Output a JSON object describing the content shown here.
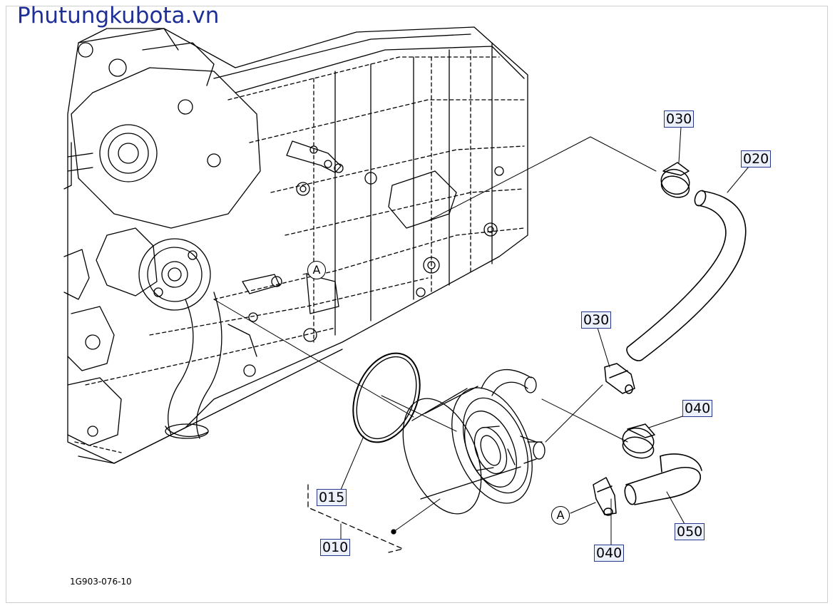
{
  "site": {
    "watermark": "Phutungkubota.vn"
  },
  "drawing": {
    "code": "1G903-076-10"
  },
  "callouts": [
    {
      "id": "030-top",
      "label": "030"
    },
    {
      "id": "020",
      "label": "020"
    },
    {
      "id": "030-mid",
      "label": "030"
    },
    {
      "id": "040-right",
      "label": "040"
    },
    {
      "id": "015",
      "label": "015"
    },
    {
      "id": "050",
      "label": "050"
    },
    {
      "id": "010",
      "label": "010"
    },
    {
      "id": "040-bottom",
      "label": "040"
    }
  ],
  "markers": [
    {
      "id": "A-engine",
      "label": "A"
    },
    {
      "id": "A-clamp",
      "label": "A"
    }
  ],
  "colors": {
    "watermark": "#1e2f97",
    "callout_border": "#27388f",
    "callout_fill": "#ecf0fb"
  }
}
